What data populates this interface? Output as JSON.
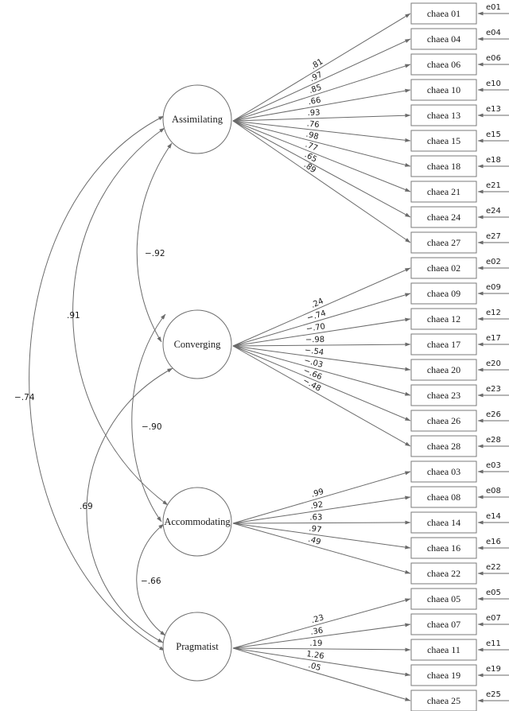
{
  "diagram": {
    "type": "structural-equation-model",
    "colors": {
      "line": "#6a6a6a",
      "box_border": "#7a7a7a",
      "text": "#1a1a1a",
      "background": "#ffffff"
    },
    "factors": [
      {
        "id": "assimilating",
        "label": "Assimilating",
        "indicators": [
          {
            "label": "chaea 01",
            "error": "e01",
            "loading": ".81"
          },
          {
            "label": "chaea 04",
            "error": "e04",
            "loading": ".97"
          },
          {
            "label": "chaea 06",
            "error": "e06",
            "loading": ".85"
          },
          {
            "label": "chaea 10",
            "error": "e10",
            "loading": ".66"
          },
          {
            "label": "chaea 13",
            "error": "e13",
            "loading": ".93"
          },
          {
            "label": "chaea 15",
            "error": "e15",
            "loading": ".76"
          },
          {
            "label": "chaea 18",
            "error": "e18",
            "loading": ".98"
          },
          {
            "label": "chaea 21",
            "error": "e21",
            "loading": ".77"
          },
          {
            "label": "chaea 24",
            "error": "e24",
            "loading": ".65"
          },
          {
            "label": "chaea 27",
            "error": "e27",
            "loading": ".89"
          }
        ]
      },
      {
        "id": "converging",
        "label": "Converging",
        "indicators": [
          {
            "label": "chaea 02",
            "error": "e02",
            "loading": ".24"
          },
          {
            "label": "chaea 09",
            "error": "e09",
            "loading": "−.74"
          },
          {
            "label": "chaea 12",
            "error": "e12",
            "loading": "−.70"
          },
          {
            "label": "chaea 17",
            "error": "e17",
            "loading": "−.98"
          },
          {
            "label": "chaea 20",
            "error": "e20",
            "loading": "−.54"
          },
          {
            "label": "chaea 23",
            "error": "e23",
            "loading": "−.03"
          },
          {
            "label": "chaea 26",
            "error": "e26",
            "loading": "−.66"
          },
          {
            "label": "chaea 28",
            "error": "e28",
            "loading": "−.48"
          }
        ]
      },
      {
        "id": "accommodating",
        "label": "Accommodating",
        "indicators": [
          {
            "label": "chaea 03",
            "error": "e03",
            "loading": ".99"
          },
          {
            "label": "chaea 08",
            "error": "e08",
            "loading": ".92"
          },
          {
            "label": "chaea 14",
            "error": "e14",
            "loading": ".63"
          },
          {
            "label": "chaea 16",
            "error": "e16",
            "loading": ".97"
          },
          {
            "label": "chaea 22",
            "error": "e22",
            "loading": ".49"
          }
        ]
      },
      {
        "id": "pragmatist",
        "label": "Pragmatist",
        "indicators": [
          {
            "label": "chaea 05",
            "error": "e05",
            "loading": ".23"
          },
          {
            "label": "chaea 07",
            "error": "e07",
            "loading": ".36"
          },
          {
            "label": "chaea 11",
            "error": "e11",
            "loading": ".19"
          },
          {
            "label": "chaea 19",
            "error": "e19",
            "loading": "1.26"
          },
          {
            "label": "chaea 25",
            "error": "e25",
            "loading": ".05"
          }
        ]
      }
    ],
    "covariances": [
      {
        "from": "assimilating",
        "to": "pragmatist",
        "value": "−.74"
      },
      {
        "from": "assimilating",
        "to": "accommodating",
        "value": ".91"
      },
      {
        "from": "assimilating",
        "to": "converging",
        "value": "−.92"
      },
      {
        "from": "converging",
        "to": "accommodating",
        "value": "−.90"
      },
      {
        "from": "converging",
        "to": "pragmatist",
        "value": ".69"
      },
      {
        "from": "accommodating",
        "to": "pragmatist",
        "value": "−.66"
      }
    ]
  }
}
